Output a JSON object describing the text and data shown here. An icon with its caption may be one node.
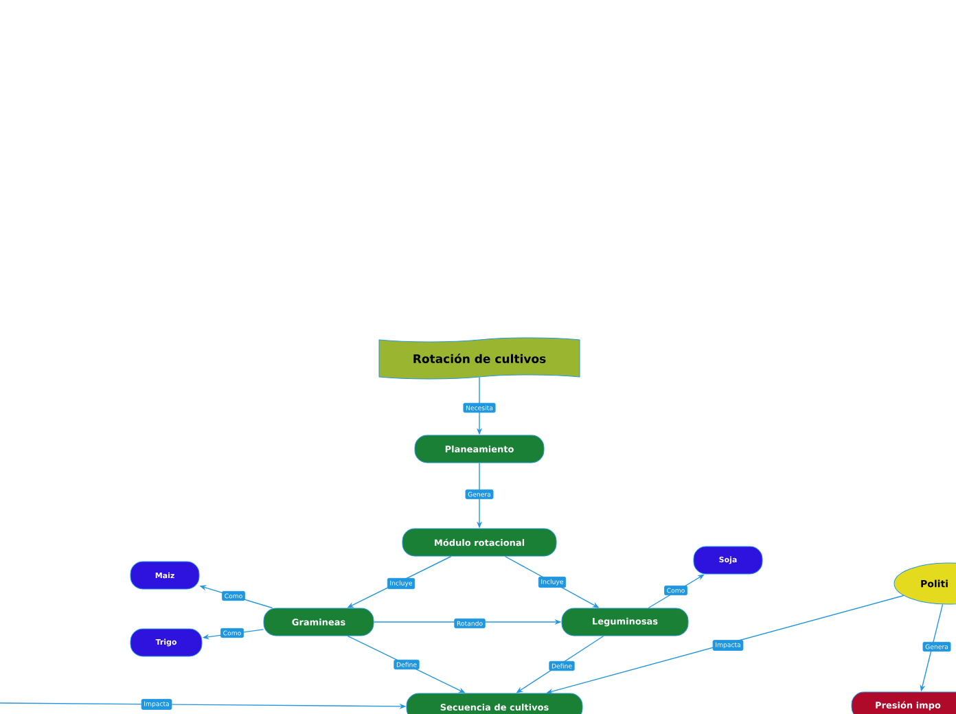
{
  "diagram": {
    "nodes": [
      {
        "text": [
          "Rotación de cultivos"
        ]
      },
      {
        "text": [
          "Planeamiento"
        ]
      },
      {
        "text": [
          "Módulo rotacional"
        ]
      },
      {
        "text": [
          "Maiz"
        ]
      },
      {
        "text": [
          "Soja"
        ]
      },
      {
        "text": [
          "Politi"
        ]
      },
      {
        "text": [
          "Gramineas"
        ]
      },
      {
        "text": [
          "Leguminosas"
        ]
      },
      {
        "text": [
          "Trigo"
        ]
      },
      {
        "text": [
          "Secuencia de cultivos"
        ]
      },
      {
        "text": [
          "Presión impo"
        ]
      }
    ],
    "edges": [
      {
        "from": 0,
        "to": 1,
        "arrow": "to",
        "label": "Necesita"
      },
      {
        "from": 1,
        "to": 2,
        "arrow": "to",
        "label": "Genera"
      },
      {
        "from": 2,
        "to": 6,
        "arrow": "to",
        "label": "Incluye"
      },
      {
        "from": 2,
        "to": 7,
        "arrow": "to",
        "label": "Incluye"
      },
      {
        "from": 6,
        "to": 3,
        "arrow": "to",
        "label": "Como"
      },
      {
        "from": 6,
        "to": 8,
        "arrow": "to",
        "label": "Como"
      },
      {
        "from": 7,
        "to": 4,
        "arrow": "to",
        "label": "Como"
      },
      {
        "from": 6,
        "to": 7,
        "arrow": "to",
        "label": "Rotando"
      },
      {
        "from": 6,
        "to": 9,
        "arrow": "to",
        "label": "Define"
      },
      {
        "from": 7,
        "to": 9,
        "arrow": "to",
        "label": "Define"
      },
      {
        "from": 5,
        "to": 9,
        "arrow": "to",
        "label": "Impacta"
      },
      {
        "from": 5,
        "to": 10,
        "arrow": "to",
        "label": "Genera"
      },
      {
        "from": null,
        "to": 9,
        "arrow": "to",
        "label": "Impacta"
      }
    ]
  }
}
